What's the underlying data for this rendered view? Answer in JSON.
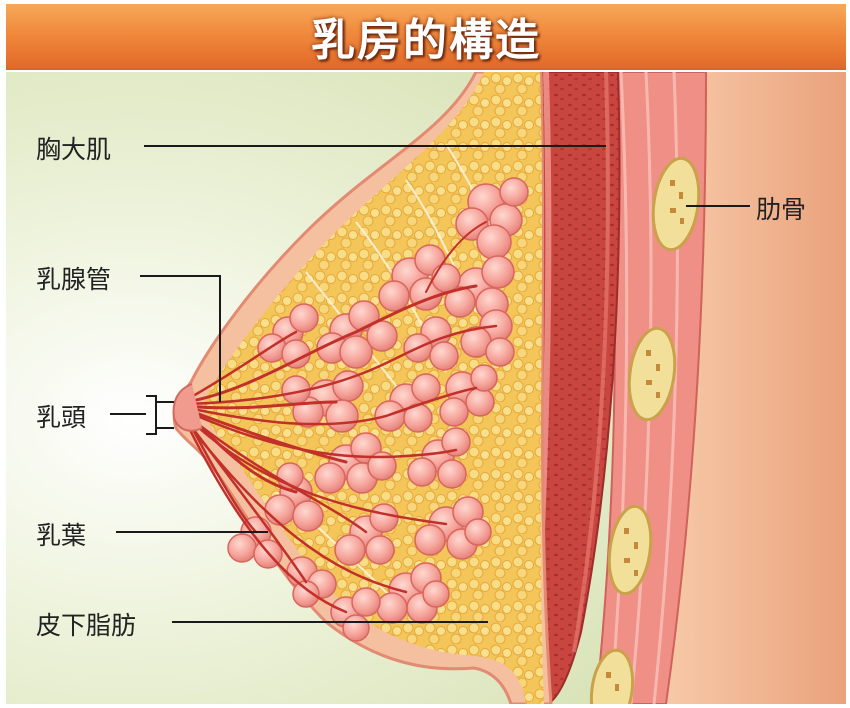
{
  "title": "乳房的構造",
  "labels": {
    "pectoralis": "胸大肌",
    "ducts": "乳腺管",
    "nipple": "乳頭",
    "lobes": "乳葉",
    "fat": "皮下脂肪",
    "ribs": "肋骨"
  },
  "colors": {
    "title_bar": "#f08a3c",
    "background_green": "#dfe9c2",
    "fat_yellow": "#f3c75a",
    "lobule_pink": "#f4a19a",
    "muscle_red": "#d9534f",
    "skin_peach": "#f3b48f",
    "rib_bone": "#f1df9a"
  }
}
